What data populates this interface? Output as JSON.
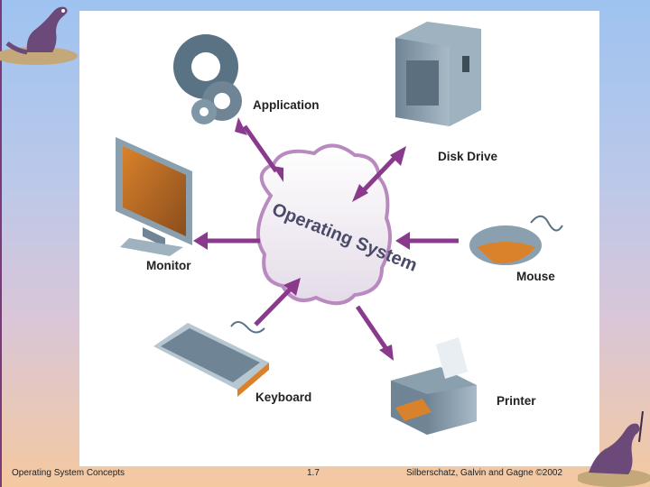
{
  "diagram": {
    "center_label": "Operating System",
    "nodes": {
      "application": "Application",
      "disk_drive": "Disk Drive",
      "monitor": "Monitor",
      "mouse": "Mouse",
      "keyboard": "Keyboard",
      "printer": "Printer"
    }
  },
  "footer": {
    "left": "Operating System Concepts",
    "center": "1.7",
    "right": "Silberschatz, Galvin and  Gagne ©2002"
  },
  "colors": {
    "arrow": "#8a3a8c",
    "cloud_outline": "#b98ac0",
    "slide_top": "#9ec3f0",
    "slide_bottom": "#f4c9a0"
  }
}
